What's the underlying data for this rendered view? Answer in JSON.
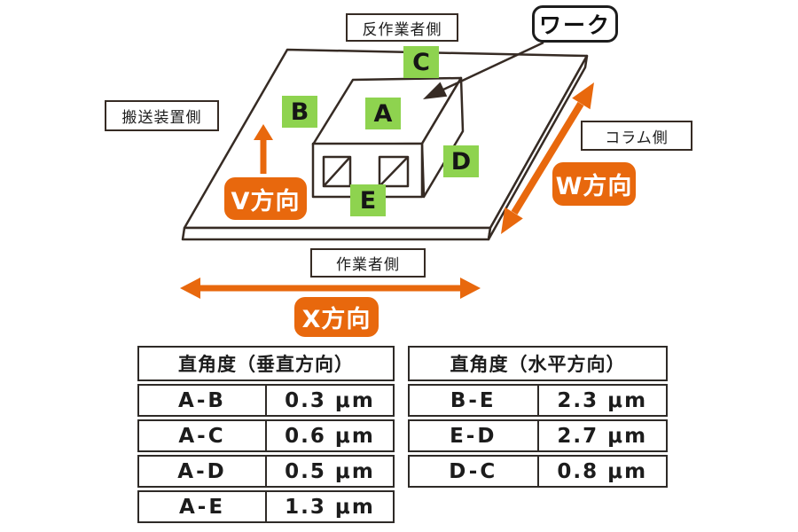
{
  "colors": {
    "accent-orange": "#E8680D",
    "label-green": "#8ED34F",
    "line-dark": "#362B24",
    "text-dark": "#1C1C1C"
  },
  "diagram": {
    "work_label": "ワーク",
    "side_labels": {
      "back": "反作業者側",
      "left": "搬送装置側",
      "right": "コラム側",
      "front": "作業者側"
    },
    "markers": {
      "a": "A",
      "b": "B",
      "c": "C",
      "d": "D",
      "e": "E"
    },
    "badges": {
      "v": "V方向",
      "w": "W方向",
      "x": "X方向"
    }
  },
  "tables": [
    {
      "title": "直角度（垂直方向）",
      "rows": [
        [
          "A-B",
          "0.3 μm"
        ],
        [
          "A-C",
          "0.6 μm"
        ],
        [
          "A-D",
          "0.5 μm"
        ],
        [
          "A-E",
          "1.3 μm"
        ]
      ]
    },
    {
      "title": "直角度（水平方向）",
      "rows": [
        [
          "B-E",
          "2.3 μm"
        ],
        [
          "E-D",
          "2.7 μm"
        ],
        [
          "D-C",
          "0.8 μm"
        ]
      ]
    }
  ]
}
